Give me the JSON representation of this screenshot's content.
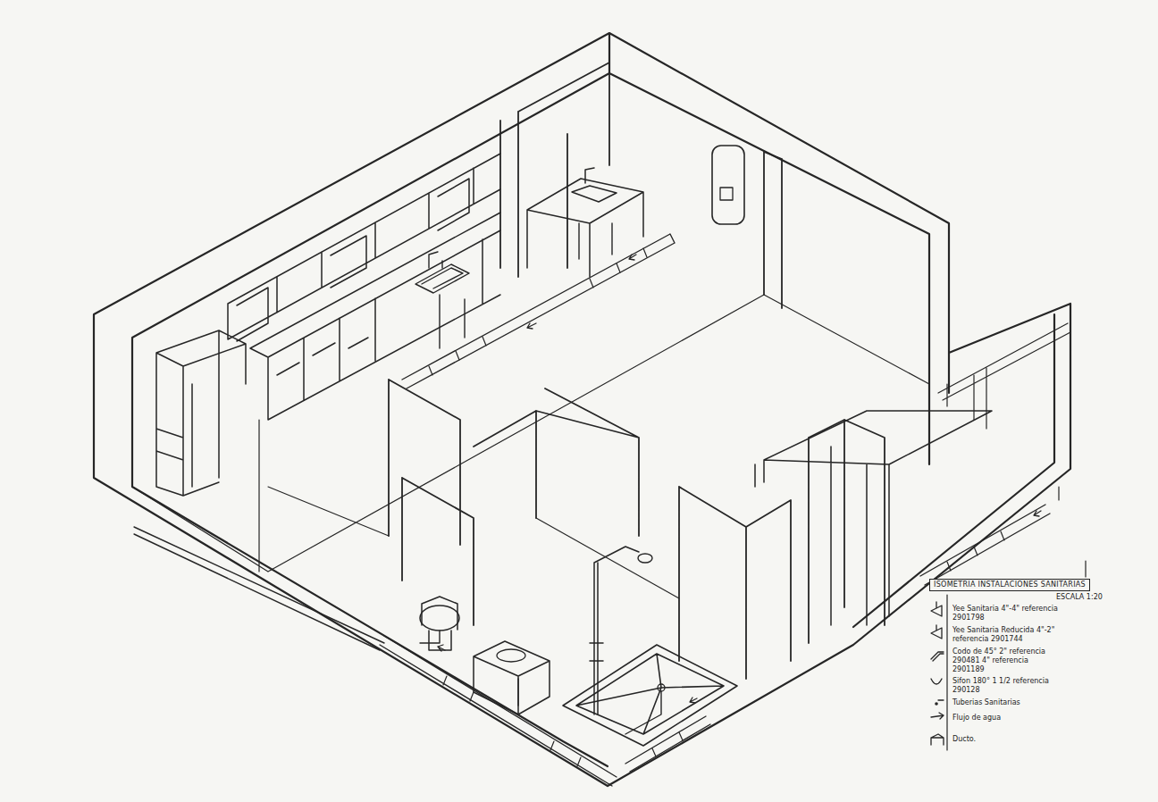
{
  "diagram": {
    "title": "ISOMETRIA INSTALACIONES SANITARIAS",
    "labels": [
      "ESCALA 1:20"
    ],
    "legend": [
      {
        "text": "Yee Sanitaria 4\"-4\" referencia 2901798"
      },
      {
        "text": "Yee Sanitaria Reducida 4\"-2\" referencia 2901744"
      },
      {
        "text": "Codo de 45° 2\" referencia 290481 4\" referencia 2901189"
      },
      {
        "text": "Sifon 180° 1 1/2 referencia 290128"
      },
      {
        "text": "Tuberias Sanitarias"
      },
      {
        "text": "Flujo de agua"
      },
      {
        "text": "Ducto."
      }
    ]
  }
}
